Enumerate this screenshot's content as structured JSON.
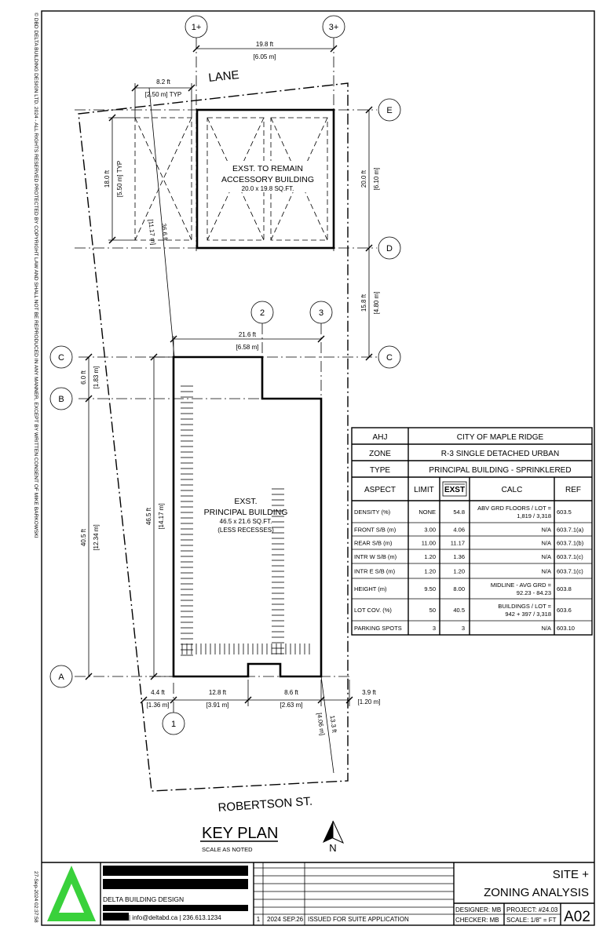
{
  "copyright": "© DBD DELTA BUILDING DESIGN LTD. 2024 - ALL RIGHTS RESERVED PROTECTED BY COPYRIGHT LAW AND SHALL NOT BE REPRODUCED IN ANY MANNER, EXCEPT BY WRITTEN CONSENT OF MIKE BARKOWSKI",
  "timestamp": "27-Sep-2024 02:37:58",
  "streets": {
    "lane": "LANE",
    "front": "ROBERTSON ST."
  },
  "grid": {
    "c1": "1+",
    "c3": "3+",
    "c2": "2",
    "c3b": "3",
    "c1b": "1",
    "E": "E",
    "D": "D",
    "C": "C",
    "B": "B",
    "A": "A"
  },
  "buildings": {
    "accessory": {
      "line1": "EXST. TO REMAIN",
      "line2": "ACCESSORY BUILDING",
      "line3": "20.0 x 19.8 SQ.FT."
    },
    "principal": {
      "line1": "EXST.",
      "line2": "PRINCIPAL BUILDING",
      "line3": "46.5 x 21.6 SQ.FT.",
      "line4": "(LESS RECESSES)"
    }
  },
  "dims": {
    "d1": {
      "ft": "19.8 ft",
      "m": "[6.05 m]"
    },
    "d2": {
      "ft": "8.2 ft",
      "m": "[2.50 m] TYP"
    },
    "d3": {
      "ft": "18.0 ft",
      "m": "[5.50 m] TYP"
    },
    "d4": {
      "ft": "36.6 ft",
      "m": "[11.17 m]"
    },
    "d5": {
      "ft": "20.0 ft",
      "m": "[6.10 m]"
    },
    "d6": {
      "ft": "15.8 ft",
      "m": "[4.80 m]"
    },
    "d7": {
      "ft": "21.6 ft",
      "m": "[6.58 m]"
    },
    "d8": {
      "ft": "6.0 ft",
      "m": "[1.83 m]"
    },
    "d9": {
      "ft": "40.5 ft",
      "m": "[12.34 m]"
    },
    "d10": {
      "ft": "46.5 ft",
      "m": "[14.17 m]"
    },
    "d11": {
      "ft": "4.4 ft",
      "m": "[1.36 m]"
    },
    "d12": {
      "ft": "12.8 ft",
      "m": "[3.91 m]"
    },
    "d13": {
      "ft": "8.6 ft",
      "m": "[2.63 m]"
    },
    "d14": {
      "ft": "3.9 ft",
      "m": "[1.20 m]"
    },
    "d15": {
      "ft": "13.3 ft",
      "m": "[4.06 m]"
    }
  },
  "zoning": {
    "info": [
      {
        "label": "AHJ",
        "value": "CITY OF MAPLE RIDGE"
      },
      {
        "label": "ZONE",
        "value": "R-3 SINGLE DETACHED URBAN"
      },
      {
        "label": "TYPE",
        "value": "PRINCIPAL BUILDING - SPRINKLERED"
      }
    ],
    "headers": {
      "aspect": "ASPECT",
      "limit": "LIMIT",
      "exst": "EXST",
      "calc": "CALC",
      "ref": "REF"
    },
    "rows": [
      {
        "aspect": "DENSITY (%)",
        "limit": "NONE",
        "exst": "54.8",
        "calc1": "ABV GRD FLOORS / LOT =",
        "calc2": "1,819 / 3,318",
        "ref": "603.5"
      },
      {
        "aspect": "FRONT S/B (m)",
        "limit": "3.00",
        "exst": "4.06",
        "calc1": "N/A",
        "calc2": "",
        "ref": "603.7.1(a)"
      },
      {
        "aspect": "REAR S/B (m)",
        "limit": "11.00",
        "exst": "11.17",
        "calc1": "N/A",
        "calc2": "",
        "ref": "603.7.1(b)"
      },
      {
        "aspect": "INTR W S/B (m)",
        "limit": "1.20",
        "exst": "1.36",
        "calc1": "N/A",
        "calc2": "",
        "ref": "603.7.1(c)"
      },
      {
        "aspect": "INTR E S/B (m)",
        "limit": "1.20",
        "exst": "1.20",
        "calc1": "N/A",
        "calc2": "",
        "ref": "603.7.1(c)"
      },
      {
        "aspect": "HEIGHT (m)",
        "limit": "9.50",
        "exst": "8.00",
        "calc1": "MIDLINE - AVG GRD =",
        "calc2": "92.23 - 84.23",
        "ref": "603.8"
      },
      {
        "aspect": "LOT COV. (%)",
        "limit": "50",
        "exst": "40.5",
        "calc1": "BUILDINGS / LOT =",
        "calc2": "942 + 397  / 3,318",
        "ref": "603.6"
      },
      {
        "aspect": "PARKING SPOTS",
        "limit": "3",
        "exst": "3",
        "calc1": "N/A",
        "calc2": "",
        "ref": "603.10"
      }
    ]
  },
  "key_plan": {
    "title": "KEY PLAN",
    "scale": "SCALE AS NOTED",
    "north": "N"
  },
  "title_block": {
    "company": "DELTA BUILDING DESIGN",
    "contact": "| info@deltabd.ca | 236.613.1234",
    "rev_no": "1",
    "rev_date": "2024 SEP.26",
    "rev_desc": "ISSUED FOR SUITE APPLICATION",
    "title1": "SITE +",
    "title2": "ZONING ANALYSIS",
    "designer": "DESIGNER: MB",
    "checker": "CHECKER: MB",
    "project": "PROJECT: #24.03",
    "scale": "SCALE: 1/8\" = FT",
    "sheet": "A02"
  },
  "colors": {
    "logo_green": "#39d13b",
    "ink": "#000000"
  }
}
